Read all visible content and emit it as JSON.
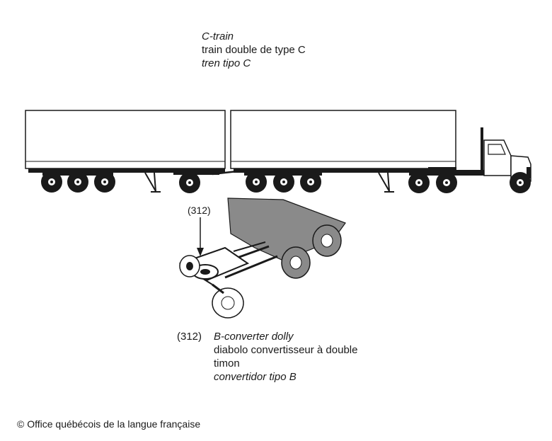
{
  "title": {
    "en": "C-train",
    "fr": "train double de type C",
    "es": "tren tipo C"
  },
  "callout": {
    "number": "(312)",
    "en": "B-converter dolly",
    "fr_line1": "diabolo convertisseur à double",
    "fr_line2": "timon",
    "es": "convertidor tipo B"
  },
  "copyright": "© Office québécois de la langue française",
  "colors": {
    "ink": "#1a1a1a",
    "trailer_shade": "#8a8a8a",
    "background": "#ffffff"
  }
}
